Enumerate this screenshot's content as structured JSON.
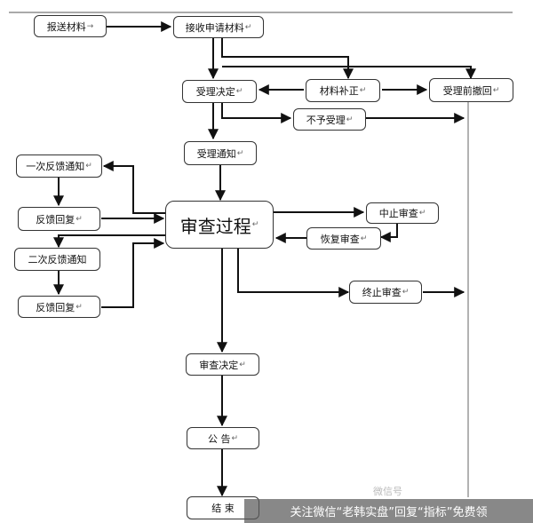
{
  "nodes": {
    "submit": "报送材料",
    "receive": "接收申请材料",
    "accept_decision": "受理决定",
    "supplement": "材料补正",
    "withdraw": "受理前撤回",
    "reject": "不予受理",
    "accept_notice": "受理通知",
    "feedback1_notice": "一次反馈通知",
    "feedback_reply1": "反馈回复",
    "review": "审查过程",
    "suspend": "中止审查",
    "resume": "恢复审查",
    "feedback2_notice": "二次反馈通知",
    "feedback_reply2": "反馈回复",
    "terminate": "终止审查",
    "review_decision": "审查决定",
    "announce": "公 告",
    "end": "结 束"
  },
  "paragraph_mark": "↵",
  "arrow_mark": "→",
  "watermark": "关注微信“老韩实盘”回复“指标”免费领",
  "faint_text": "微信号"
}
